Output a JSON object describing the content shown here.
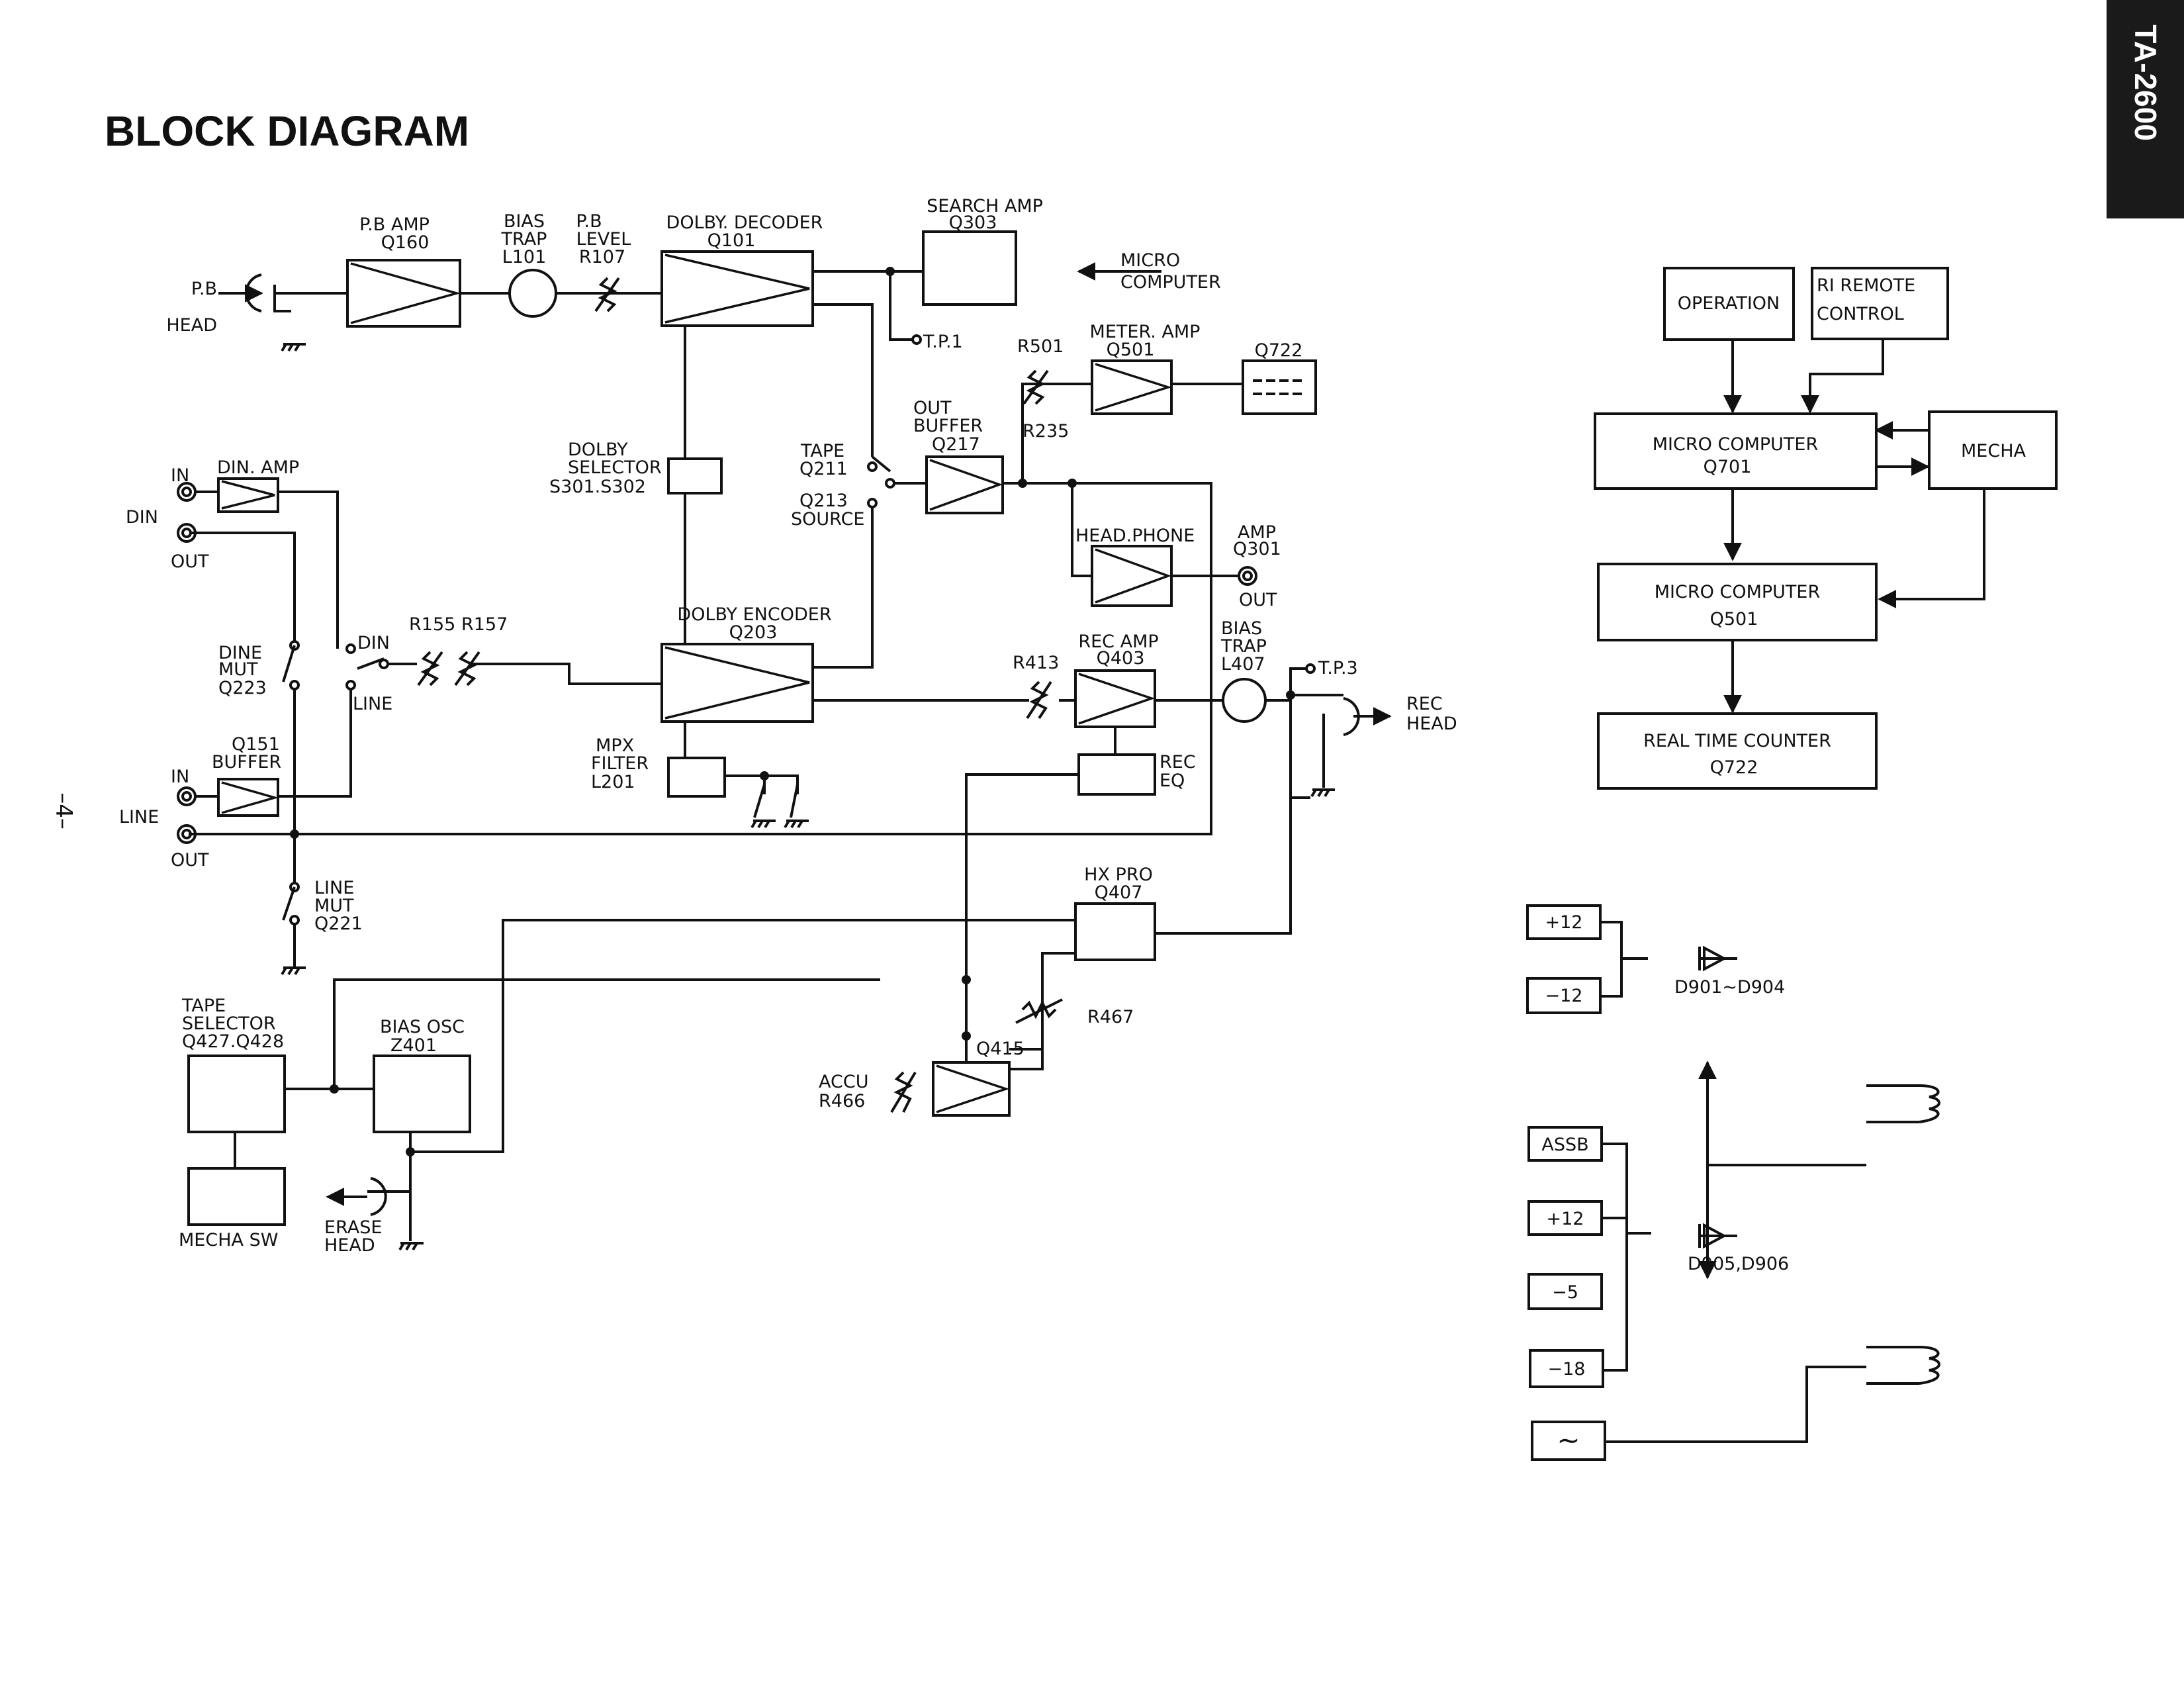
{
  "page": {
    "title": "BLOCK DIAGRAM",
    "model": "TA-2600",
    "page_number": "–4–"
  },
  "blocks": {
    "pb_amp": [
      "P.B AMP",
      "Q160"
    ],
    "bias_trap_pb": [
      "BIAS",
      "TRAP",
      "L101"
    ],
    "pb_level": [
      "P.B",
      "LEVEL",
      "R107"
    ],
    "dolby_decoder": [
      "DOLBY. DECODER",
      "Q101"
    ],
    "search_amp": [
      "SEARCH AMP",
      "Q303"
    ],
    "micro_out": [
      "MICRO",
      "COMPUTER"
    ],
    "tp1": "T.P.1",
    "r501": "R501",
    "r235": "R235",
    "meter_amp": [
      "METER. AMP",
      "Q501"
    ],
    "q722_display": "Q722",
    "pb_head": [
      "P.B",
      "HEAD"
    ],
    "din_amp": "DIN. AMP",
    "din_in": "IN",
    "din": "DIN",
    "din_out": "OUT",
    "dolby_selector": [
      "DOLBY",
      "SELECTOR",
      "S301.S302"
    ],
    "tape_sw": [
      "TAPE",
      "Q211"
    ],
    "source_sw": [
      "Q213",
      "SOURCE"
    ],
    "out_buffer": [
      "OUT",
      "BUFFER",
      "Q217"
    ],
    "headphone": "HEAD.PHONE",
    "amp_out": [
      "AMP",
      "Q301",
      "OUT"
    ],
    "dine_mut": [
      "DINE",
      "MUT",
      "Q223"
    ],
    "din_sel": "DIN",
    "line_sel": "LINE",
    "r155": "R155",
    "r157": "R157",
    "dolby_encoder": [
      "DOLBY ENCODER",
      "Q203"
    ],
    "rec_amp": [
      "REC AMP",
      "Q403"
    ],
    "r413": "R413",
    "bias_trap_rec": [
      "BIAS",
      "TRAP",
      "L407"
    ],
    "tp3": "T.P.3",
    "rec_head": [
      "REC",
      "HEAD"
    ],
    "q151": [
      "Q151",
      "BUFFER"
    ],
    "line_in": "IN",
    "line": "LINE",
    "line_out": "OUT",
    "mpx": [
      "MPX",
      "FILTER",
      "L201"
    ],
    "rec_eq": [
      "REC",
      "EQ"
    ],
    "line_mut": [
      "LINE",
      "MUT",
      "Q221"
    ],
    "hx_pro": [
      "HX PRO",
      "Q407"
    ],
    "r467": "R467",
    "tape_selector": [
      "TAPE",
      "SELECTOR",
      "Q427.Q428"
    ],
    "bias_osc": [
      "BIAS OSC",
      "Z401"
    ],
    "q415": "Q415",
    "accu": [
      "ACCU",
      "R466"
    ],
    "mecha_sw": "MECHA SW",
    "erase_head": [
      "ERASE",
      "HEAD"
    ]
  },
  "control": {
    "operation": "OPERATION",
    "remote": [
      "RI REMOTE",
      "CONTROL"
    ],
    "mc701": [
      "MICRO COMPUTER",
      "Q701"
    ],
    "mecha": "MECHA",
    "mc501": [
      "MICRO COMPUTER",
      "Q501"
    ],
    "rtc": [
      "REAL TIME COUNTER",
      "Q722"
    ]
  },
  "power": {
    "p12a": "+12",
    "m12": "−12",
    "d901": "D901∼D904",
    "assb": "ASSB",
    "p12b": "+12",
    "m5": "−5",
    "m18": "−18",
    "ac": "∼",
    "d905": "D905,D906"
  }
}
